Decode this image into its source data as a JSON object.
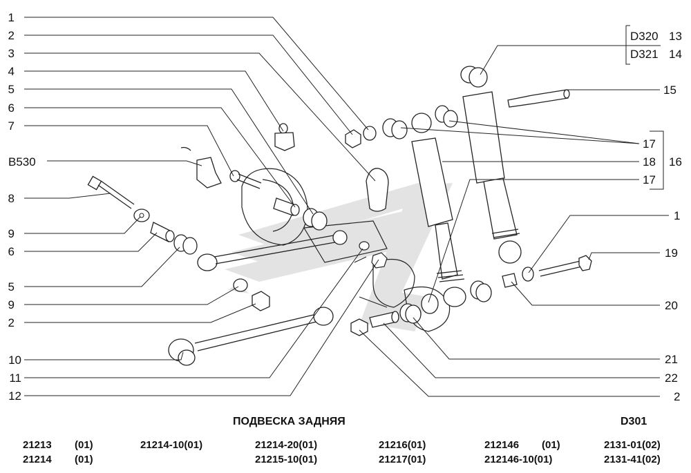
{
  "title": "ПОДВЕСКА ЗАДНЯЯ",
  "diagram_code": "D301",
  "left_callouts": [
    {
      "label": "1"
    },
    {
      "label": "2"
    },
    {
      "label": "3"
    },
    {
      "label": "4"
    },
    {
      "label": "5"
    },
    {
      "label": "6"
    },
    {
      "label": "7"
    },
    {
      "label": "B530"
    },
    {
      "label": "8"
    },
    {
      "label": "9"
    },
    {
      "label": "6"
    },
    {
      "label": "5"
    },
    {
      "label": "9"
    },
    {
      "label": "2"
    },
    {
      "label": "10"
    },
    {
      "label": "11"
    },
    {
      "label": "12"
    }
  ],
  "right_callouts": [
    {
      "label": "15"
    },
    {
      "label": "17"
    },
    {
      "label": "18"
    },
    {
      "label": "17"
    },
    {
      "label": "1"
    },
    {
      "label": "19"
    },
    {
      "label": "20"
    },
    {
      "label": "21"
    },
    {
      "label": "22"
    },
    {
      "label": "2"
    }
  ],
  "group_16": "16",
  "refs": {
    "d320": "D320",
    "n13": "13",
    "d321": "D321",
    "n14": "14"
  },
  "models": [
    {
      "name": "21213",
      "variant": "(01)"
    },
    {
      "name": "21214",
      "variant": "(01)"
    },
    {
      "name": "21214-10(01)"
    },
    {
      "name": "21214-20(01)"
    },
    {
      "name": "21215-10(01)"
    },
    {
      "name": "21216(01)"
    },
    {
      "name": "21217(01)"
    },
    {
      "name": "212146",
      "variant": "(01)"
    },
    {
      "name": "212146-10(01)"
    },
    {
      "name": "2131-01(02)"
    },
    {
      "name": "2131-41(02)"
    }
  ],
  "colors": {
    "ink": "#111111",
    "watermark": "#d9d9d9"
  }
}
